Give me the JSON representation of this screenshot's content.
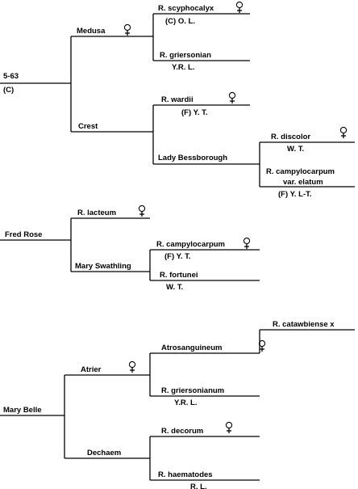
{
  "colors": {
    "line": "#000000",
    "background": "#ffffff"
  },
  "female_symbol": "female-symbol-icon",
  "pedigrees": [
    {
      "root": {
        "name": "5-63",
        "note": "(C)"
      },
      "parents": [
        {
          "name": "Medusa",
          "note": "",
          "parents": [
            {
              "name": "R. scyphocalyx",
              "note": "(C) O. L."
            },
            {
              "name": "R. griersonian",
              "note": "Y.R. L."
            }
          ]
        },
        {
          "name": "Crest",
          "note": "",
          "parents": [
            {
              "name": "R. wardii",
              "note": "(F) Y. T."
            },
            {
              "name": "Lady Bessborough",
              "note": "",
              "parents": [
                {
                  "name": "R. discolor",
                  "note": "W. T."
                },
                {
                  "name": "R. campylocarpum",
                  "name2": "var. elatum",
                  "note": "(F) Y. L-T."
                }
              ]
            }
          ]
        }
      ]
    },
    {
      "root": {
        "name": "Fred Rose",
        "note": ""
      },
      "parents": [
        {
          "name": "R. lacteum",
          "note": ""
        },
        {
          "name": "Mary Swathling",
          "note": "",
          "parents": [
            {
              "name": "R. campylocarpum",
              "note": "(F) Y. T."
            },
            {
              "name": "R. fortunei",
              "note": "W. T."
            }
          ]
        }
      ]
    },
    {
      "root": {
        "name": "Mary Belle",
        "note": ""
      },
      "parents": [
        {
          "name": "Atrier",
          "note": "",
          "parents": [
            {
              "name": "Atrosanguineum",
              "note": "",
              "parents": [
                {
                  "name": "R. catawbiense x",
                  "note": ""
                }
              ]
            },
            {
              "name": "R. griersonianum",
              "note": "Y.R. L."
            }
          ]
        },
        {
          "name": "Dechaem",
          "note": "",
          "parents": [
            {
              "name": "R. decorum",
              "note": ""
            },
            {
              "name": "R. haematodes",
              "note": "R. L."
            }
          ]
        }
      ]
    }
  ]
}
